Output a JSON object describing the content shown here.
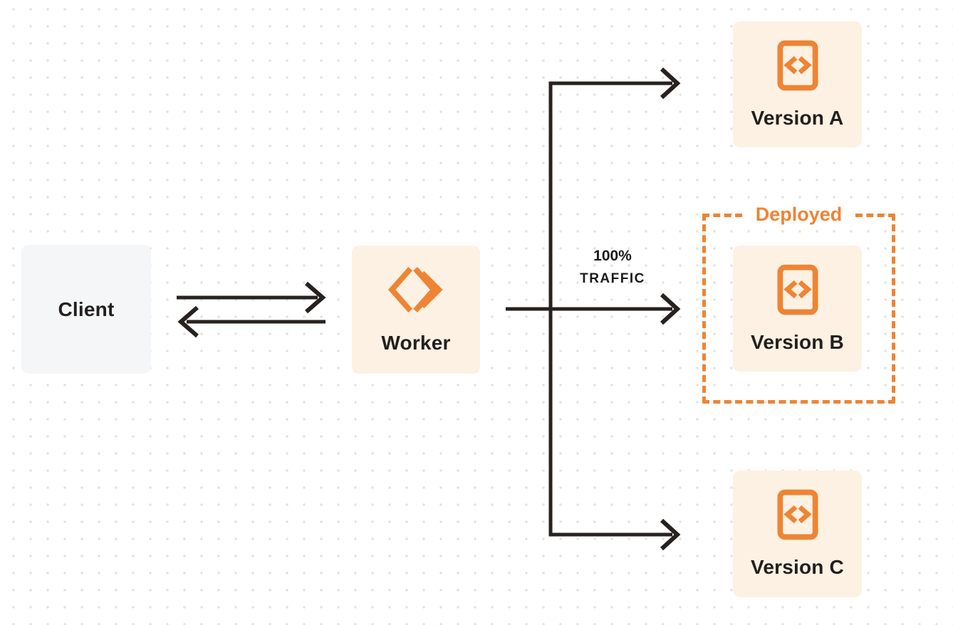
{
  "nodes": {
    "client": {
      "label": "Client"
    },
    "worker": {
      "label": "Worker"
    },
    "version_a": {
      "label": "Version A"
    },
    "version_b": {
      "label": "Version B"
    },
    "version_c": {
      "label": "Version C"
    }
  },
  "annotations": {
    "deployed": "Deployed",
    "traffic_percent": "100%",
    "traffic_word": "TRAFFIC"
  },
  "icons": {
    "worker_icon": "cloudflare-workers-logo-icon",
    "version_icon": "code-file-icon"
  },
  "colors": {
    "orange": "#ee8434",
    "cream_fill": "#fcf1e2",
    "gray_fill": "#f5f6f7",
    "line_dark": "#27221f",
    "dot_grid": "#e2e2e2"
  }
}
